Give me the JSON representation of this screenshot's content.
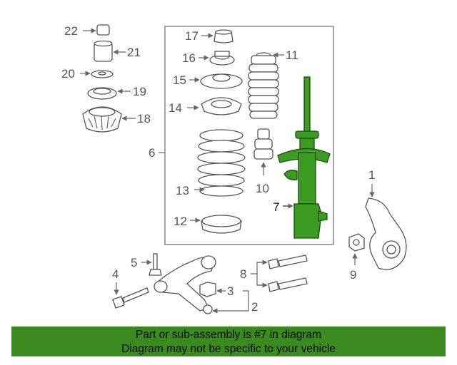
{
  "callouts": {
    "c1": "1",
    "c2": "2",
    "c3": "3",
    "c4": "4",
    "c5": "5",
    "c6": "6",
    "c7": "7",
    "c8": "8",
    "c9": "9",
    "c10": "10",
    "c11": "11",
    "c12": "12",
    "c13": "13",
    "c14": "14",
    "c15": "15",
    "c16": "16",
    "c17": "17",
    "c18": "18",
    "c19": "19",
    "c20": "20",
    "c21": "21",
    "c22": "22"
  },
  "highlight": {
    "part_number": "7",
    "color": "#3a8a1f"
  },
  "banner": {
    "line1": "Part or sub-assembly is #7 in diagram",
    "line2": "Diagram may not be specific to your vehicle"
  }
}
